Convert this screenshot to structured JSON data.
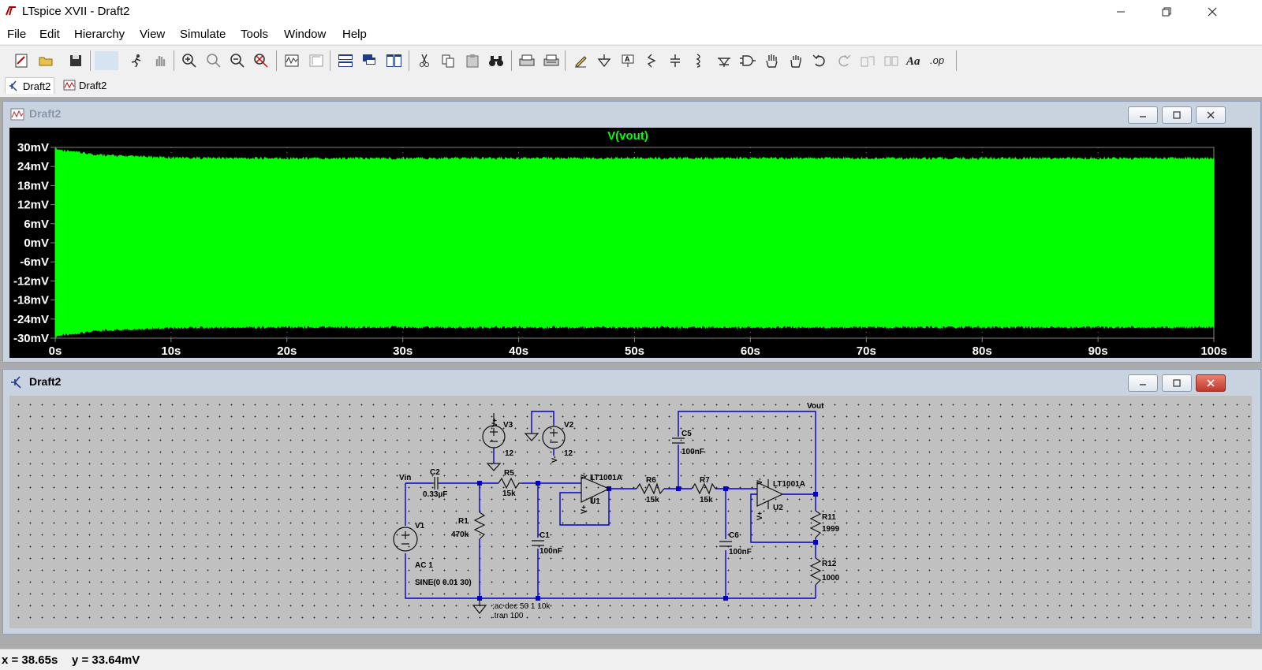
{
  "window": {
    "title": "LTspice XVII - Draft2"
  },
  "menu": [
    "File",
    "Edit",
    "Hierarchy",
    "View",
    "Simulate",
    "Tools",
    "Window",
    "Help"
  ],
  "tabs": [
    {
      "label": "Draft2",
      "kind": "schematic",
      "active": true
    },
    {
      "label": "Draft2",
      "kind": "waveform",
      "active": false
    }
  ],
  "plot_window": {
    "title": "Draft2"
  },
  "chart_data": {
    "type": "line",
    "title": "V(vout)",
    "series": [
      {
        "name": "V(vout)",
        "color": "#00ff00",
        "envelope_upper_start": 29,
        "envelope_upper": 26,
        "envelope_lower_start": -29,
        "envelope_lower": -26
      }
    ],
    "x_ticks": [
      "0s",
      "10s",
      "20s",
      "30s",
      "40s",
      "50s",
      "60s",
      "70s",
      "80s",
      "90s",
      "100s"
    ],
    "y_ticks": [
      "30mV",
      "24mV",
      "18mV",
      "12mV",
      "6mV",
      "0mV",
      "-6mV",
      "-12mV",
      "-18mV",
      "-24mV",
      "-30mV"
    ],
    "xlim": [
      0,
      100
    ],
    "ylim": [
      -30,
      30
    ],
    "grid": true
  },
  "schematic_window": {
    "title": "Draft2"
  },
  "schematic": {
    "labels": {
      "vin": "Vin",
      "vout": "Vout",
      "c2": "C2",
      "c2v": "0.33µF",
      "r5": "R5",
      "r5v": "15k",
      "r1": "R1",
      "r1v": "470k",
      "c1": "C1",
      "c1v": "100nF",
      "v1": "V1",
      "v1ac": "AC 1",
      "v1sine": "SINE(0 0.01 30)",
      "v3": "V3",
      "v3v": "12",
      "v2": "V2",
      "v2v": "12",
      "u1model": "LT1001A",
      "u1": "U1",
      "r6": "R6",
      "r6v": "15k",
      "r7": "R7",
      "r7v": "15k",
      "c5": "C5",
      "c5v": "100nF",
      "c6": "C6",
      "c6v": "100nF",
      "u2model": "LT1001A",
      "u2": "U2",
      "r11": "R11",
      "r11v": "1999",
      "r12": "R12",
      "r12v": "1000",
      "vplus": "V+",
      "vminus": "V-",
      "dir_ac": ";ac dec 50 1 10k",
      "dir_tran": ".tran 100"
    }
  },
  "status": {
    "x": "x = 38.65s",
    "y": "y = 33.64mV"
  }
}
